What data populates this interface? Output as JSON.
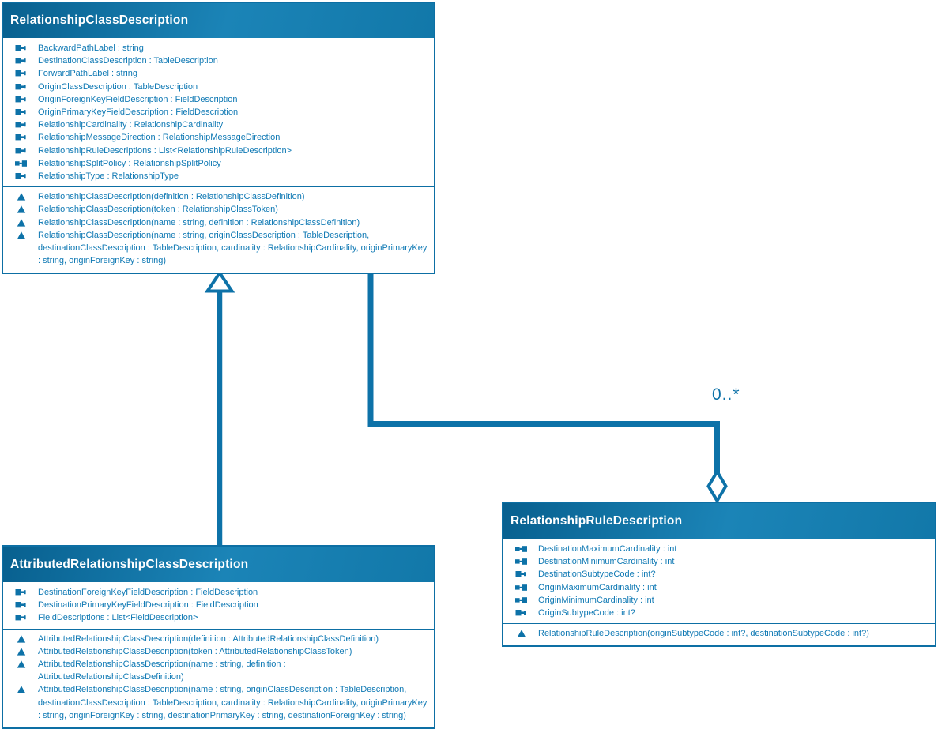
{
  "colors": {
    "background": "#ffffff",
    "accent": "#0d6fa4",
    "connector": "#0d72a8",
    "member_text": "#0f79b4",
    "header_gradient_dark": "#08608f",
    "header_gradient_light": "#1b84b7",
    "header_text": "#ffffff"
  },
  "classes": [
    {
      "title": "RelationshipClassDescription",
      "properties": [
        {
          "kind": "property",
          "icon": "property-icon",
          "text": "BackwardPathLabel : string"
        },
        {
          "kind": "property",
          "icon": "property-icon",
          "text": "DestinationClassDescription : TableDescription"
        },
        {
          "kind": "property",
          "icon": "property-icon",
          "text": "ForwardPathLabel : string"
        },
        {
          "kind": "property",
          "icon": "property-icon",
          "text": "OriginClassDescription : TableDescription"
        },
        {
          "kind": "property",
          "icon": "property-icon",
          "text": "OriginForeignKeyFieldDescription : FieldDescription"
        },
        {
          "kind": "property",
          "icon": "property-icon",
          "text": "OriginPrimaryKeyFieldDescription : FieldDescription"
        },
        {
          "kind": "property",
          "icon": "property-icon",
          "text": "RelationshipCardinality : RelationshipCardinality"
        },
        {
          "kind": "property",
          "icon": "property-icon",
          "text": "RelationshipMessageDirection : RelationshipMessageDirection"
        },
        {
          "kind": "property",
          "icon": "property-icon",
          "text": "RelationshipRuleDescriptions : List<RelationshipRuleDescription>"
        },
        {
          "kind": "property",
          "icon": "property-pair-icon",
          "text": "RelationshipSplitPolicy : RelationshipSplitPolicy"
        },
        {
          "kind": "property",
          "icon": "property-icon",
          "text": "RelationshipType : RelationshipType"
        }
      ],
      "methods": [
        {
          "kind": "method",
          "icon": "method-icon",
          "text": "RelationshipClassDescription(definition : RelationshipClassDefinition)"
        },
        {
          "kind": "method",
          "icon": "method-icon",
          "text": "RelationshipClassDescription(token : RelationshipClassToken)"
        },
        {
          "kind": "method",
          "icon": "method-icon",
          "text": "RelationshipClassDescription(name : string, definition : RelationshipClassDefinition)"
        },
        {
          "kind": "method",
          "icon": "method-icon",
          "text": "RelationshipClassDescription(name : string, originClassDescription : TableDescription, destinationClassDescription : TableDescription, cardinality : RelationshipCardinality, originPrimaryKey : string, originForeignKey : string)"
        }
      ]
    },
    {
      "title": "AttributedRelationshipClassDescription",
      "properties": [
        {
          "kind": "property",
          "icon": "property-icon",
          "text": "DestinationForeignKeyFieldDescription : FieldDescription"
        },
        {
          "kind": "property",
          "icon": "property-icon",
          "text": "DestinationPrimaryKeyFieldDescription : FieldDescription"
        },
        {
          "kind": "property",
          "icon": "property-icon",
          "text": "FieldDescriptions : List<FieldDescription>"
        }
      ],
      "methods": [
        {
          "kind": "method",
          "icon": "method-icon",
          "text": "AttributedRelationshipClassDescription(definition : AttributedRelationshipClassDefinition)"
        },
        {
          "kind": "method",
          "icon": "method-icon",
          "text": "AttributedRelationshipClassDescription(token : AttributedRelationshipClassToken)"
        },
        {
          "kind": "method",
          "icon": "method-icon",
          "text": "AttributedRelationshipClassDescription(name : string, definition : AttributedRelationshipClassDefinition)"
        },
        {
          "kind": "method",
          "icon": "method-icon",
          "text": "AttributedRelationshipClassDescription(name : string, originClassDescription : TableDescription, destinationClassDescription : TableDescription, cardinality : RelationshipCardinality, originPrimaryKey : string, originForeignKey : string, destinationPrimaryKey : string, destinationForeignKey : string)"
        }
      ]
    },
    {
      "title": "RelationshipRuleDescription",
      "properties": [
        {
          "kind": "property",
          "icon": "property-pair-icon",
          "text": "DestinationMaximumCardinality : int"
        },
        {
          "kind": "property",
          "icon": "property-pair-icon",
          "text": "DestinationMinimumCardinality : int"
        },
        {
          "kind": "property",
          "icon": "property-icon",
          "text": "DestinationSubtypeCode : int?"
        },
        {
          "kind": "property",
          "icon": "property-pair-icon",
          "text": "OriginMaximumCardinality : int"
        },
        {
          "kind": "property",
          "icon": "property-pair-icon",
          "text": "OriginMinimumCardinality : int"
        },
        {
          "kind": "property",
          "icon": "property-icon",
          "text": "OriginSubtypeCode : int?"
        }
      ],
      "methods": [
        {
          "kind": "method",
          "icon": "method-icon",
          "text": "RelationshipRuleDescription(originSubtypeCode : int?, destinationSubtypeCode : int?)"
        }
      ]
    }
  ],
  "connectors": [
    {
      "type": "inheritance",
      "from": "AttributedRelationshipClassDescription",
      "to": "RelationshipClassDescription"
    },
    {
      "type": "aggregation",
      "from": "RelationshipClassDescription",
      "to": "RelationshipRuleDescription",
      "multiplicity": "0..*"
    }
  ]
}
